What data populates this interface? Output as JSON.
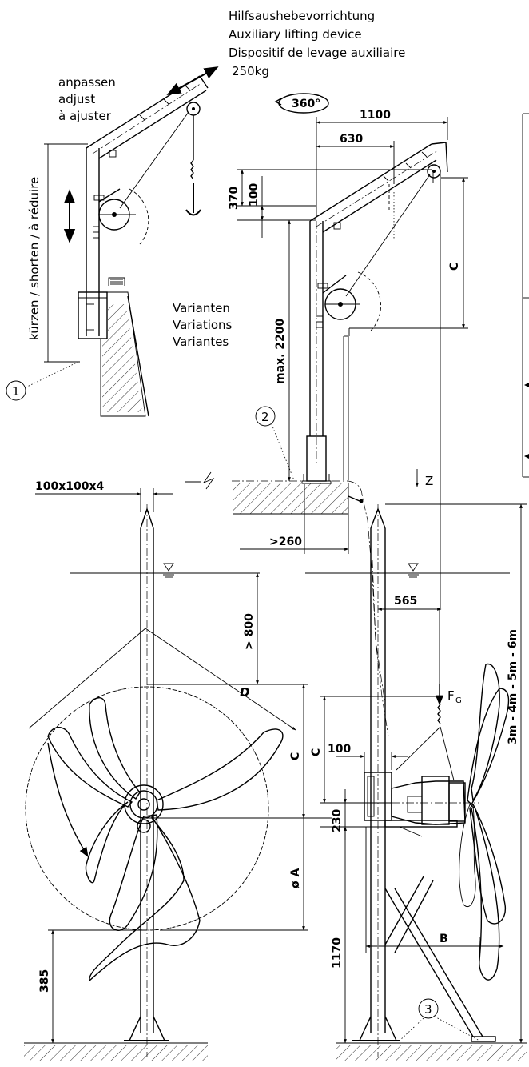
{
  "hoist": {
    "title_de": "Hilfsaushebevorrichtung",
    "title_en": "Auxiliary lifting device",
    "title_fr": "Dispositif de levage auxiliaire",
    "load": "250kg",
    "rotation": "360°"
  },
  "adjust": {
    "de": "anpassen",
    "en": "adjust",
    "fr": "à ajuster"
  },
  "shorten": "kürzen / shorten / à réduire",
  "variants": {
    "de": "Varianten",
    "en": "Variations",
    "fr": "Variantes"
  },
  "markers": {
    "m1": "1",
    "m2": "2",
    "m3": "3"
  },
  "dims": {
    "d1100": "1100",
    "d630": "630",
    "d370": "370",
    "d100a": "100",
    "dmax": "max. 2200",
    "dC1": "C",
    "d100x100": "100x100x4",
    "d260": ">260",
    "dZ": "Z",
    "d565": "565",
    "d800": "> 800",
    "dD": "D",
    "dFG": "F",
    "dFG_sub": "G",
    "d100b": "100",
    "dC2": "C",
    "dC3": "C",
    "d230": "230",
    "dA": "ø A",
    "d1170": "1170",
    "dB": "B",
    "d385": "385",
    "dheight": "3m - 4m - 5m - 6m"
  }
}
